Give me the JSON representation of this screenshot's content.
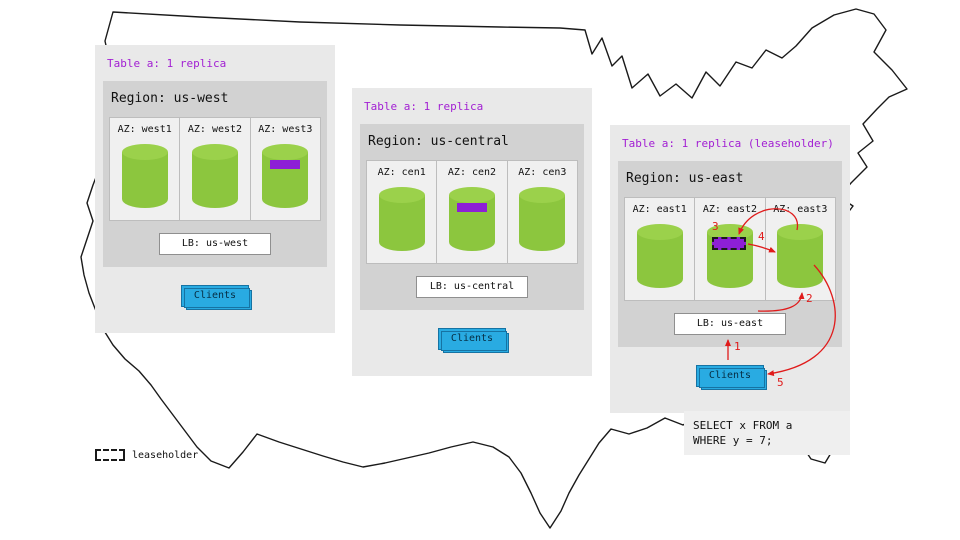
{
  "colors": {
    "panel_bg": "#e9e9e9",
    "region_bg": "#d2d2d2",
    "az_bg": "#f0f0f0",
    "cylinder_green": "#8cc63e",
    "cylinder_top_green": "#9bd14b",
    "replica_purple": "#8d1fd6",
    "table_label_purple": "#a21fd3",
    "clients_blue": "#29abe2",
    "arrow_red": "#e01b1b",
    "map_outline": "#1a1a1a"
  },
  "regions": [
    {
      "id": "us-west",
      "table_label": "Table a: 1 replica",
      "region_label": "Region: us-west",
      "azs": [
        {
          "label": "AZ: west1",
          "replica": false,
          "leaseholder": false
        },
        {
          "label": "AZ: west2",
          "replica": false,
          "leaseholder": false
        },
        {
          "label": "AZ: west3",
          "replica": true,
          "leaseholder": false
        }
      ],
      "lb_label": "LB: us-west",
      "clients_label": "Clients"
    },
    {
      "id": "us-central",
      "table_label": "Table a: 1 replica",
      "region_label": "Region: us-central",
      "azs": [
        {
          "label": "AZ: cen1",
          "replica": false,
          "leaseholder": false
        },
        {
          "label": "AZ: cen2",
          "replica": true,
          "leaseholder": false
        },
        {
          "label": "AZ: cen3",
          "replica": false,
          "leaseholder": false
        }
      ],
      "lb_label": "LB: us-central",
      "clients_label": "Clients"
    },
    {
      "id": "us-east",
      "table_label": "Table a: 1 replica (leaseholder)",
      "region_label": "Region: us-east",
      "azs": [
        {
          "label": "AZ: east1",
          "replica": false,
          "leaseholder": false
        },
        {
          "label": "AZ: east2",
          "replica": true,
          "leaseholder": true
        },
        {
          "label": "AZ: east3",
          "replica": false,
          "leaseholder": false
        }
      ],
      "lb_label": "LB: us-east",
      "clients_label": "Clients"
    }
  ],
  "query_box": {
    "line1": "SELECT x FROM a",
    "line2": "WHERE y = 7;"
  },
  "arrow_steps": [
    {
      "label": "1"
    },
    {
      "label": "2"
    },
    {
      "label": "3"
    },
    {
      "label": "4"
    },
    {
      "label": "5"
    }
  ],
  "legend": {
    "label": "leaseholder"
  }
}
